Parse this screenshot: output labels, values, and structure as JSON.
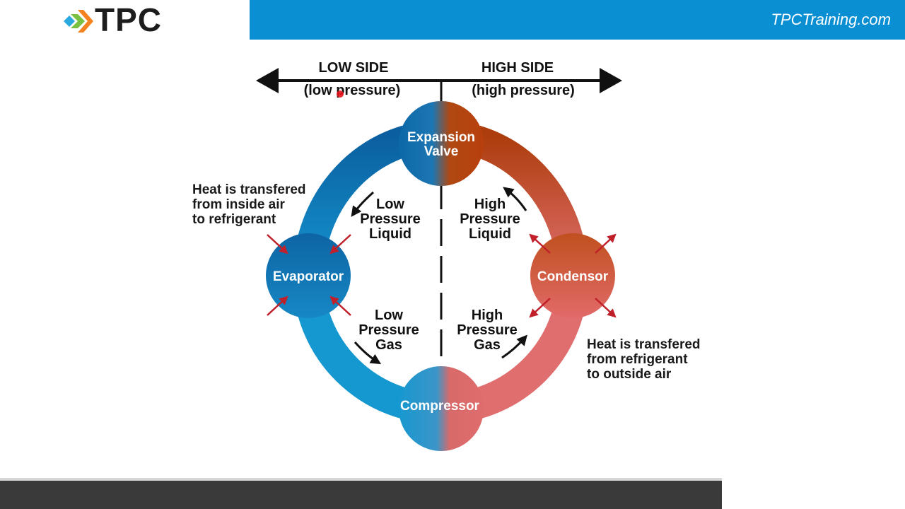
{
  "header": {
    "logo_text": "TPC",
    "site_link": "TPCTraining.com",
    "bar_color": "#0a8fd2"
  },
  "diagram": {
    "sides": {
      "low": {
        "title": "LOW SIDE",
        "subtitle": "(low pressure)"
      },
      "high": {
        "title": "HIGH SIDE",
        "subtitle": "(high pressure)"
      }
    },
    "nodes": {
      "expansion_valve": [
        "Expansion",
        "Valve"
      ],
      "evaporator": "Evaporator",
      "condensor": "Condensor",
      "compressor": "Compressor"
    },
    "flows": {
      "low_pressure_liquid": [
        "Low",
        "Pressure",
        "Liquid"
      ],
      "high_pressure_liquid": [
        "High",
        "Pressure",
        "Liquid"
      ],
      "low_pressure_gas": [
        "Low",
        "Pressure",
        "Gas"
      ],
      "high_pressure_gas": [
        "High",
        "Pressure",
        "Gas"
      ]
    },
    "notes": {
      "evaporator": [
        "Heat is transfered",
        "from inside air",
        "to refrigerant"
      ],
      "condensor": [
        "Heat is transfered",
        "from refrigerant",
        "to outside air"
      ]
    },
    "colors": {
      "cold": "#0b6fae",
      "cold_light": "#1b9fd6",
      "hot": "#b8430f",
      "hot_light": "#e46a6a",
      "heat_arrow": "#c0202a"
    }
  }
}
